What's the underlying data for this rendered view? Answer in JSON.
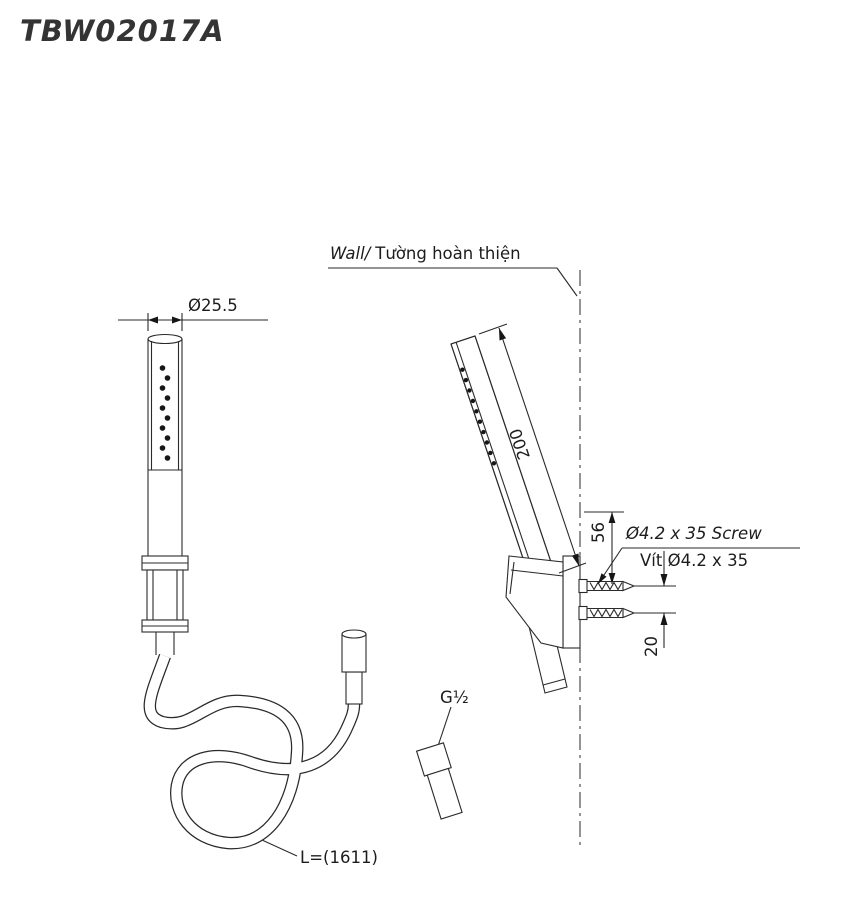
{
  "title": "TBW02017A",
  "labels": {
    "head_diameter": "Ø25.5",
    "wall_en": "Wall/",
    "wall_vi": "Tường hoàn thiện",
    "shower_length": "200",
    "bracket_to_screw": "56",
    "screw_spec_en": "Ø4.2 x 35 Screw",
    "screw_spec_vi": "Vít Ø4.2 x 35",
    "screw_spacing": "20",
    "thread_size": "G½",
    "hose_length": "L=(1611)"
  },
  "colors": {
    "line": "#2a2a2a",
    "background": "#ffffff"
  }
}
